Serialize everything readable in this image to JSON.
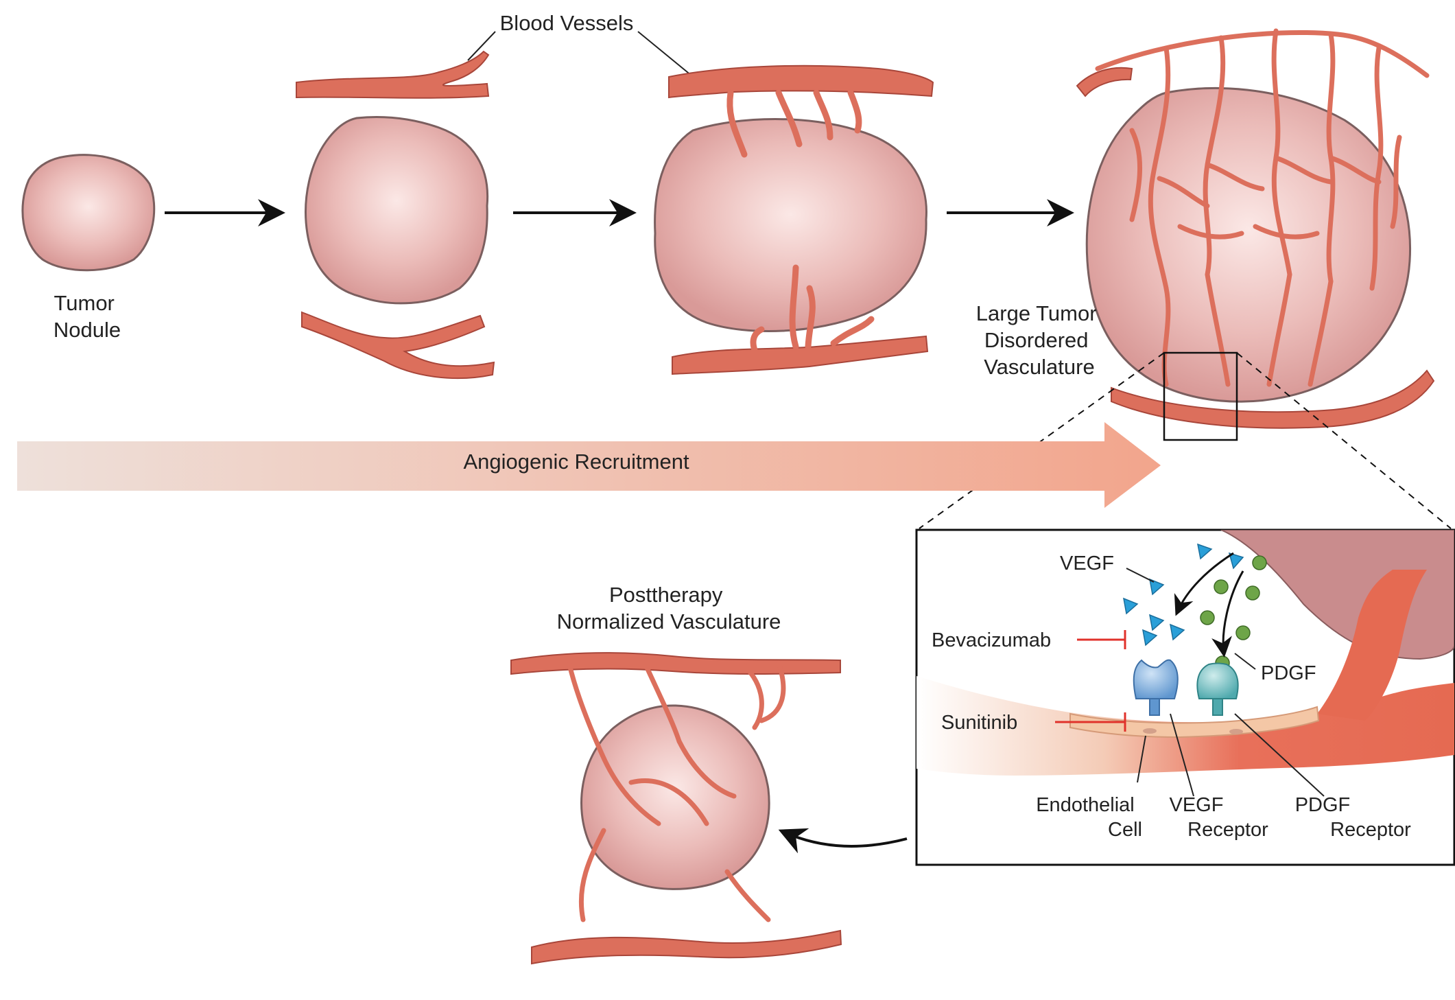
{
  "labels": {
    "blood_vessels": "Blood Vessels",
    "tumor_nodule": [
      "Tumor",
      "Nodule"
    ],
    "large_tumor": [
      "Large Tumor",
      "Disordered",
      "Vasculature"
    ],
    "angiogenic_recruitment": "Angiogenic Recruitment",
    "posttherapy": [
      "Posttherapy",
      "Normalized Vasculature"
    ],
    "vegf": "VEGF",
    "pdgf": "PDGF",
    "bevacizumab": "Bevacizumab",
    "sunitinib": "Sunitinib",
    "endothelial_cell": [
      "Endothelial",
      "Cell"
    ],
    "vegf_receptor": [
      "VEGF",
      "Receptor"
    ],
    "pdgf_receptor": [
      "PDGF",
      "Receptor"
    ]
  },
  "colors": {
    "tumor_fill": "#e8b5b3",
    "tumor_edge": "#8a6a6a",
    "vessel": "#dc6f5c",
    "vessel_edge": "#a8463a",
    "vegf": "#2a9fd8",
    "pdgf": "#6ea548",
    "inhibitor": "#e0322b",
    "vegf_receptor": "#7fb4e3",
    "pdgf_receptor": "#7cc4c6",
    "band_start": "#efe2dc",
    "band_end": "#f0a88e"
  }
}
